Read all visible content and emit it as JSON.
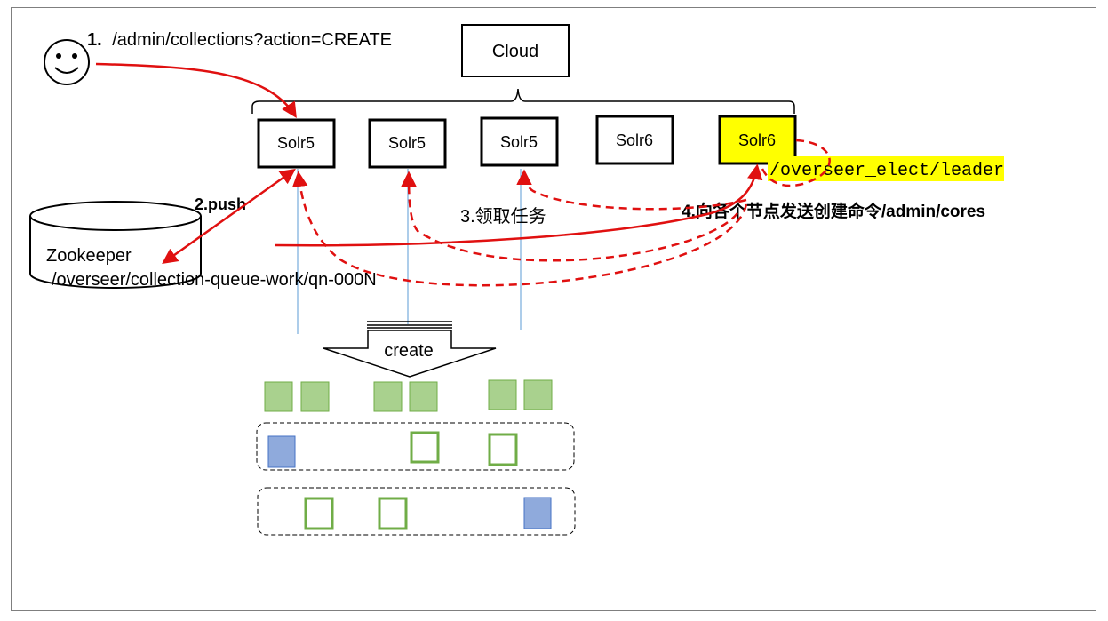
{
  "steps": {
    "step1_num": "1.",
    "step1_text": "/admin/collections?action=CREATE",
    "step2": "2.push",
    "step3": "3.领取任务",
    "step4_text": "4.向各个节点发送创建命令",
    "step4_path": "/admin/cores"
  },
  "cloud": {
    "label": "Cloud"
  },
  "nodes": [
    {
      "label": "Solr5"
    },
    {
      "label": "Solr5"
    },
    {
      "label": "Solr5"
    },
    {
      "label": "Solr6"
    },
    {
      "label": "Solr6",
      "highlighted": true
    }
  ],
  "zookeeper": {
    "title": "Zookeeper",
    "path": "/overseer/collection-queue-work/qn-000N"
  },
  "leader_path": "/overseer_elect/leader",
  "create_label": "create",
  "colors": {
    "arrow": "#e01010",
    "leader_highlight": "#ffff00",
    "replica_green_fill": "#a9d18e",
    "replica_green_stroke": "#70ad47",
    "replica_blue_fill": "#8faadc",
    "replica_blue_stroke": "#4472c4",
    "guide_line": "#5b9bd5"
  }
}
